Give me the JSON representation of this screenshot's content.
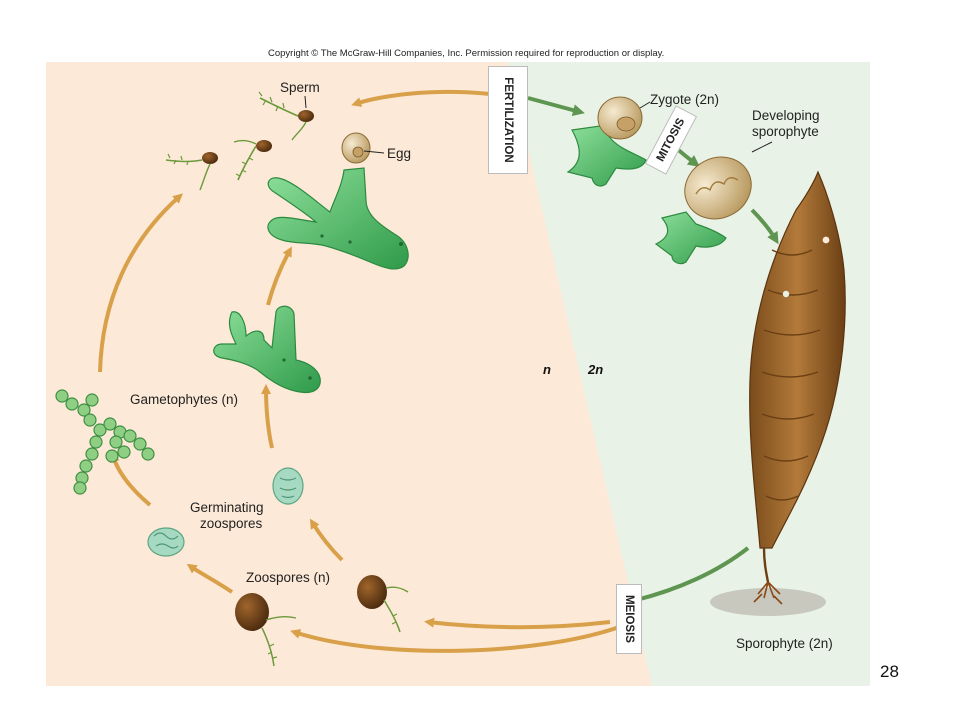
{
  "copyright": "Copyright © The McGraw-Hill Companies, Inc. Permission required for reproduction or display.",
  "labels": {
    "sperm": "Sperm",
    "egg": "Egg",
    "zygote": "Zygote (2n)",
    "developing_sporophyte_line1": "Developing",
    "developing_sporophyte_line2": "sporophyte",
    "gametophytes": "Gametophytes (n)",
    "germinating_line1": "Germinating",
    "germinating_line2": "zoospores",
    "zoospores": "Zoospores (n)",
    "sporophyte": "Sporophyte (2n)"
  },
  "stages": {
    "fertilization": "FERTILIZATION",
    "mitosis": "MITOSIS",
    "meiosis": "MEIOSIS"
  },
  "ploidy": {
    "haploid": "n",
    "diploid": "2n"
  },
  "page_number": "28",
  "colors": {
    "haploid_bg": "#fde9d7",
    "diploid_bg": "#e9f2e6",
    "haploid_arrow": "#d9a04a",
    "diploid_arrow": "#5e9550",
    "gametophyte_green": "#55be6a",
    "sporophyte_brown": "#8a5a22"
  }
}
